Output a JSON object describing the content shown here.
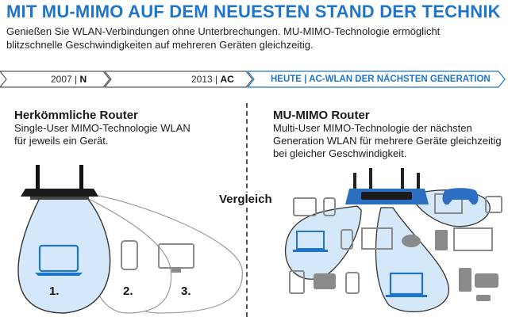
{
  "title": "MIT MU-MIMO AUF DEM NEUESTEN STAND DER TECHNIK",
  "intro": "Genießen Sie WLAN-Verbindungen ohne Unterbrechungen. MU-MIMO-Technologie ermöglicht blitzschnelle Geschwindigkeiten auf mehreren Geräten gleichzeitig.",
  "timeline": {
    "steps": [
      {
        "year": "2007",
        "code": "N"
      },
      {
        "year": "2013",
        "code": "AC"
      },
      {
        "year": "HEUTE",
        "code": "AC-WLAN DER NÄCHSTEN GENERATION"
      }
    ],
    "separator": "|"
  },
  "left": {
    "heading": "Herkömmliche Router",
    "subtitle": "Single-User MIMO-Technologie WLAN für jeweils ein Gerät.",
    "numbers": [
      "1.",
      "2.",
      "3."
    ]
  },
  "right": {
    "heading": "MU-MIMO Router",
    "subtitle": "Multi-User MIMO-Technologie der nächsten Generation WLAN für mehrere Geräte gleichzeitig bei gleicher Geschwindigkeit."
  },
  "compare_label": "Vergleich",
  "colors": {
    "accent": "#1f76c9",
    "beam": "#d4e8f9",
    "device_gray": "#8a8a8a",
    "router_blue": "#2c6fc1"
  },
  "icons": [
    "router-icon",
    "laptop-icon",
    "phone-icon",
    "monitor-icon",
    "gamepad-icon",
    "speaker-icon",
    "tv-icon",
    "tablet-icon",
    "camera-icon",
    "usb-stick-icon",
    "media-box-icon"
  ]
}
